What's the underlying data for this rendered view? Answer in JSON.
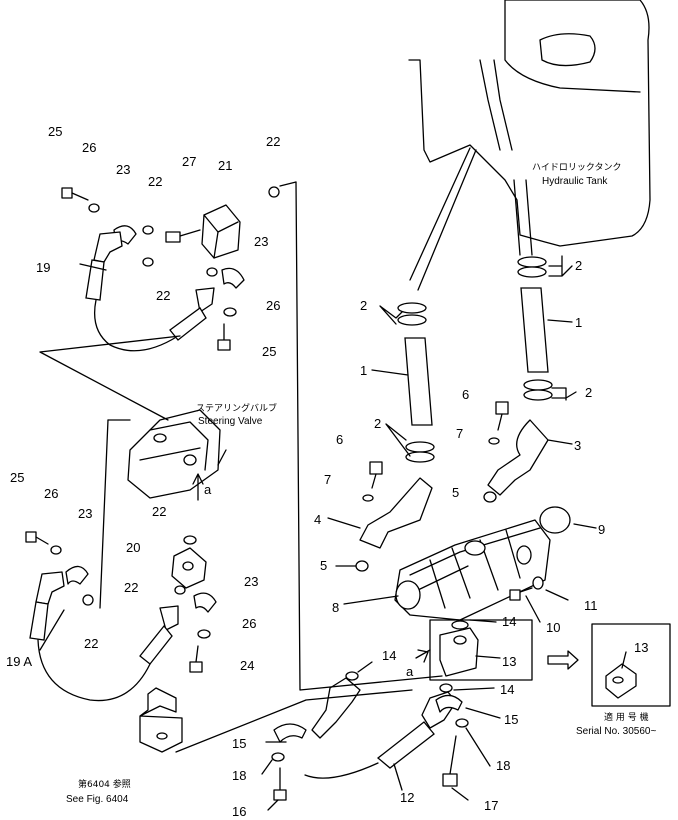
{
  "labels": {
    "hydraulic_tank_jp": "ハイドロリックタンク",
    "hydraulic_tank_en": "Hydraulic Tank",
    "steering_valve_jp": "ステアリングバルブ",
    "steering_valve_en": "Steering Valve",
    "see_fig_jp": "第6404 参照",
    "see_fig_en": "See Fig. 6404",
    "serial_jp": "適 用 号 機",
    "serial_en": "Serial No. 30560~",
    "arrow_a_top": "a",
    "arrow_a_bottom": "a"
  },
  "callouts": {
    "c1a": "1",
    "c1b": "1",
    "c2a": "2",
    "c2b": "2",
    "c2c": "2",
    "c2d": "2",
    "c3": "3",
    "c4": "4",
    "c5a": "5",
    "c5b": "5",
    "c6a": "6",
    "c6b": "6",
    "c7a": "7",
    "c7b": "7",
    "c8": "8",
    "c9": "9",
    "c10": "10",
    "c11": "11",
    "c12": "12",
    "c13a": "13",
    "c13b": "13",
    "c14a": "14",
    "c14b": "14",
    "c14c": "14",
    "c15a": "15",
    "c15b": "15",
    "c16": "16",
    "c17": "17",
    "c18a": "18",
    "c18b": "18",
    "c19": "19",
    "c19a": "19 A",
    "c20": "20",
    "c21": "21",
    "c22a": "22",
    "c22b": "22",
    "c22c": "22",
    "c22d": "22",
    "c22e": "22",
    "c22f": "22",
    "c23a": "23",
    "c23b": "23",
    "c23c": "23",
    "c23d": "23",
    "c24": "24",
    "c25a": "25",
    "c25b": "25",
    "c25c": "25",
    "c26a": "26",
    "c26b": "26",
    "c26c": "26",
    "c26d": "26",
    "c27": "27"
  }
}
